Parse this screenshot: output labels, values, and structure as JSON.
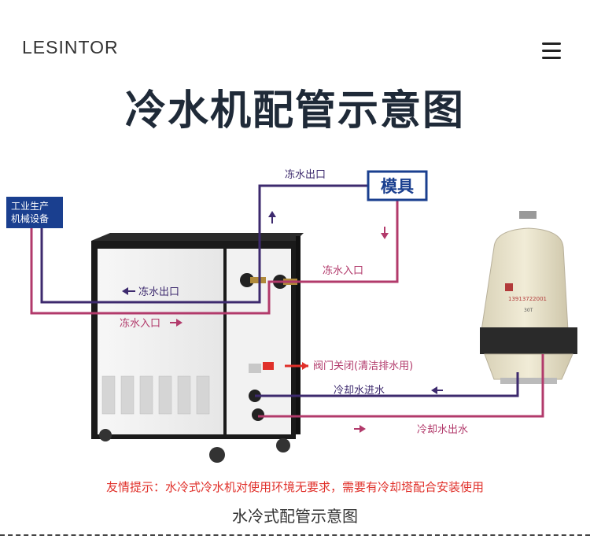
{
  "header": {
    "brand": "LESINTOR",
    "menu_icon": "hamburger-menu-icon"
  },
  "title": "冷水机配管示意图",
  "diagram": {
    "mold_box": "模具",
    "industrial_box": [
      "工业生产",
      "机械设备"
    ],
    "labels": {
      "chilled_out_top": "冻水出口",
      "chilled_in_right": "冻水入口",
      "chilled_out_left": "冻水出口",
      "chilled_in_left": "冻水入口",
      "valve_note": "阀门关闭(清洁排水用)",
      "cooling_in": "冷却水进水",
      "cooling_out": "冷却水出水"
    },
    "tower_text": [
      "13913722001",
      "30T"
    ],
    "colors": {
      "supply_line": "#3d2a6e",
      "return_line": "#b23a6b",
      "box_blue": "#1a3f8f",
      "warning_red": "#e0302a"
    }
  },
  "footer": {
    "warning": "友情提示：水冷式冷水机对使用环境无要求，需要有冷却塔配合安装使用",
    "caption": "水冷式配管示意图"
  }
}
